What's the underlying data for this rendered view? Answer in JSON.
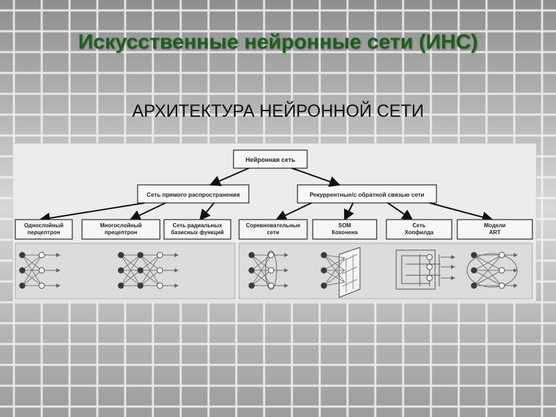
{
  "slide": {
    "title": "Искусственные нейронные сети (ИНС)",
    "subtitle": "АРХИТЕКТУРА НЕЙРОННОЙ СЕТИ"
  },
  "diagram": {
    "root": "Нейронная сеть",
    "branches": [
      "Сеть прямого распространения",
      "Рекуррентные/с обратной связью сети"
    ],
    "leaves": [
      [
        "Однослойный",
        "перцептрон"
      ],
      [
        "Многослойный",
        "прецептрон"
      ],
      [
        "Сеть радиальных",
        "базисных функций"
      ],
      [
        "Соревновательные",
        "сети"
      ],
      [
        "SOM",
        "Кохонена"
      ],
      [
        "Сеть",
        "Хопфилда"
      ],
      [
        "Модели",
        "ART"
      ]
    ]
  },
  "colors": {
    "title": "#1d5e1d",
    "panel": "#ececec",
    "node_light": "#ffffff",
    "node_dark": "#3a3a3a"
  }
}
